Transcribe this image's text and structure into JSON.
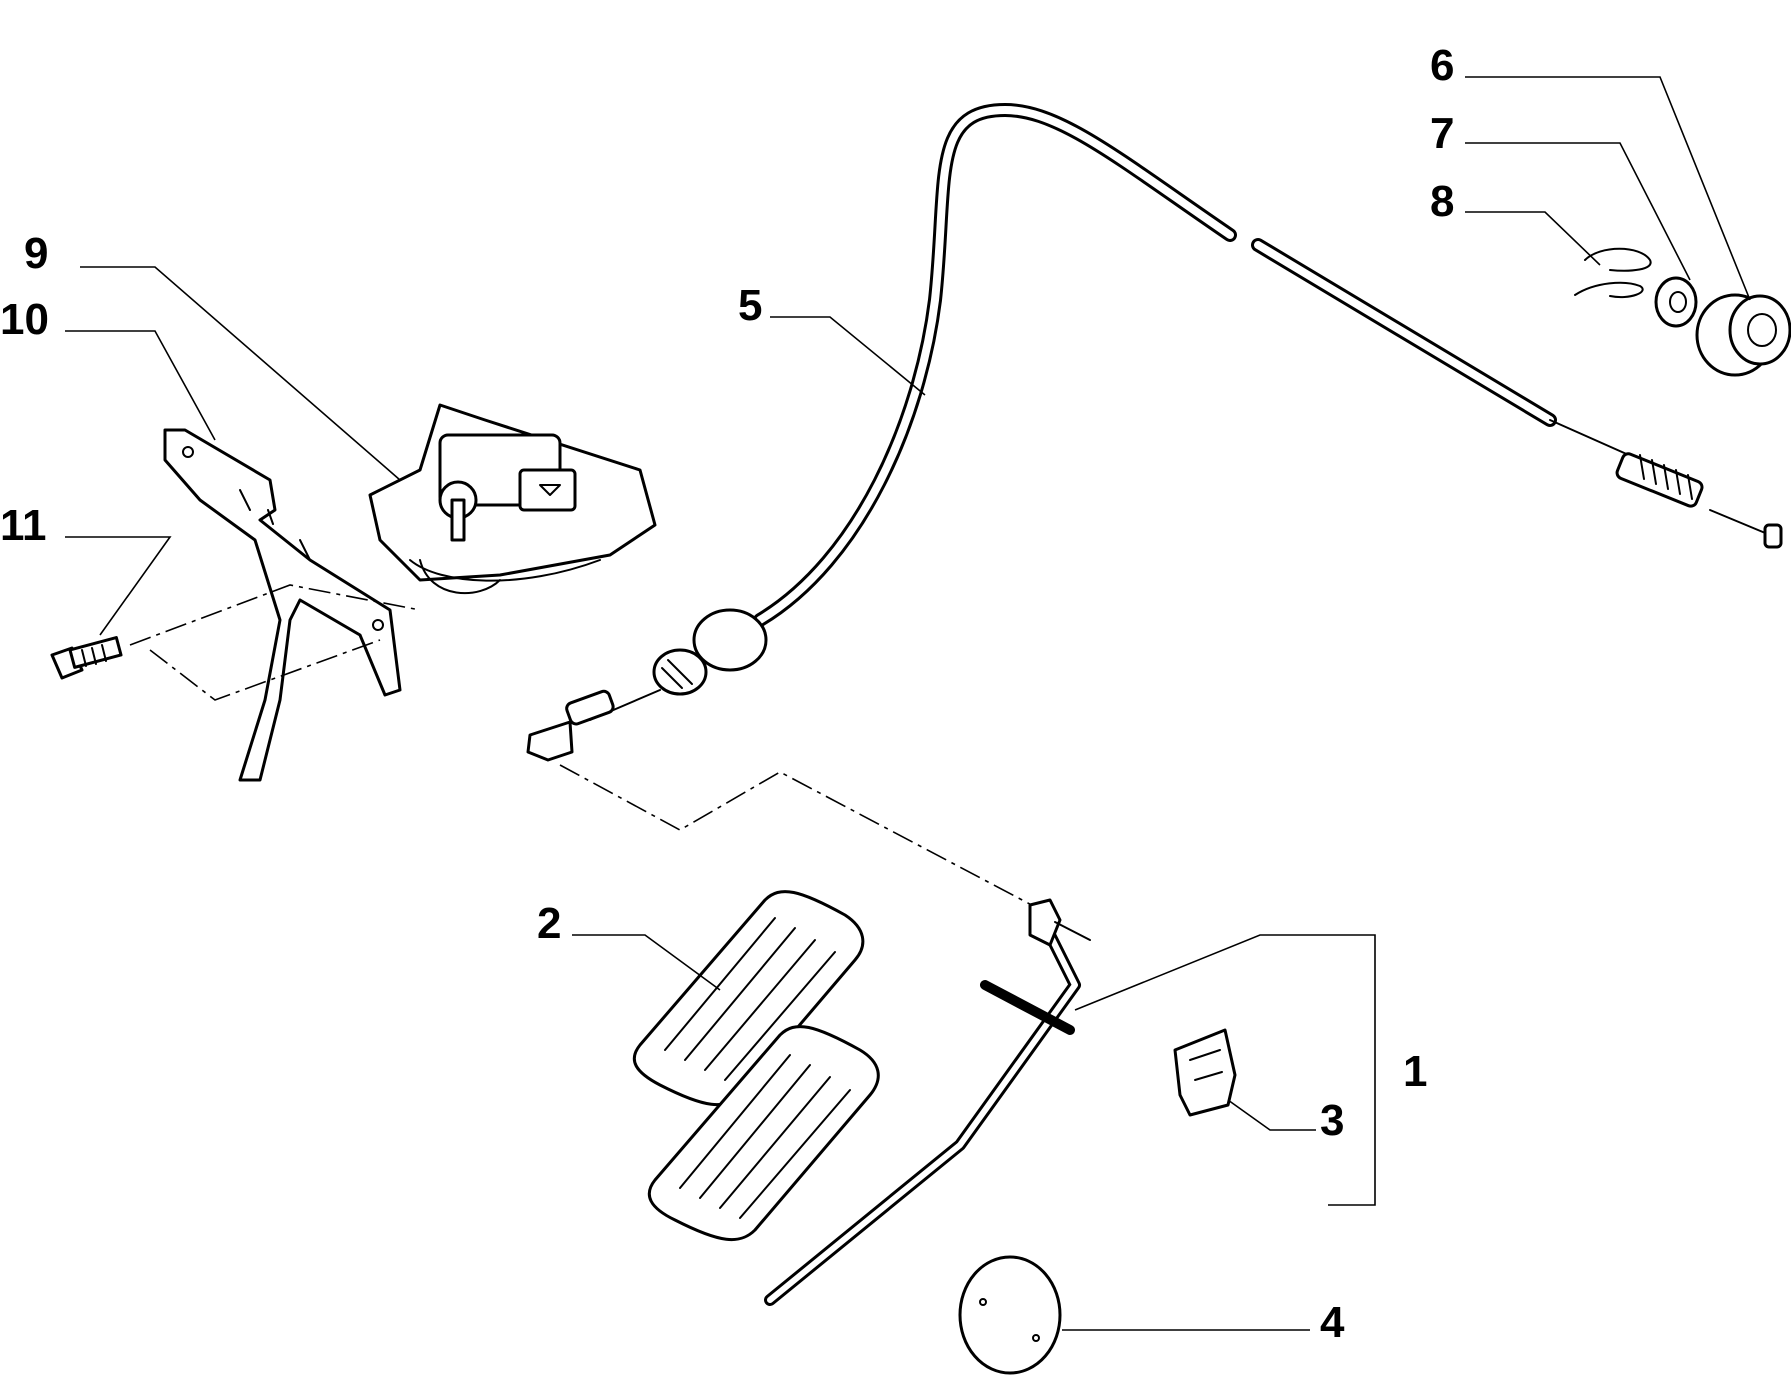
{
  "diagram": {
    "type": "exploded parts diagram",
    "background": "#ffffff",
    "line_color": "#000000",
    "callouts": [
      {
        "id": "1",
        "label": "1"
      },
      {
        "id": "2",
        "label": "2"
      },
      {
        "id": "3",
        "label": "3"
      },
      {
        "id": "4",
        "label": "4"
      },
      {
        "id": "5",
        "label": "5"
      },
      {
        "id": "6",
        "label": "6"
      },
      {
        "id": "7",
        "label": "7"
      },
      {
        "id": "8",
        "label": "8"
      },
      {
        "id": "9",
        "label": "9"
      },
      {
        "id": "10",
        "label": "10"
      },
      {
        "id": "11",
        "label": "11"
      }
    ]
  }
}
